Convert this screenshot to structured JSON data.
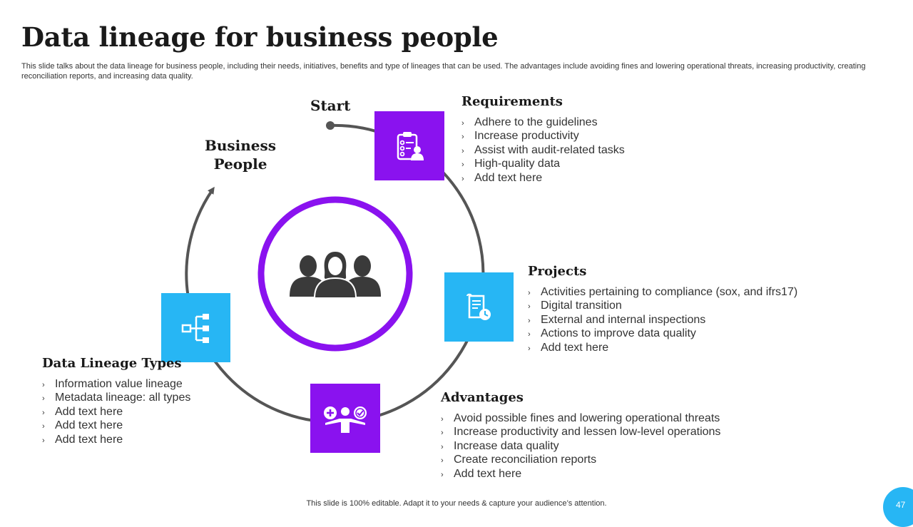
{
  "title": "Data lineage for business people",
  "subtitle": "This slide talks about the data lineage for business people, including their needs, initiatives, benefits and type of lineages that can be used. The advantages include avoiding fines and lowering operational threats, increasing productivity,  creating reconciliation reports, and increasing data quality.",
  "center": {
    "label_line1": "Business",
    "label_line2": "People",
    "icon": "business-people-icon"
  },
  "start_label": "Start",
  "sections": {
    "requirements": {
      "heading": "Requirements",
      "icon": "clipboard-person-icon",
      "color": "#8a12ef",
      "items": [
        "Adhere to the guidelines",
        "Increase productivity",
        "Assist with audit-related tasks",
        "High-quality data",
        "Add text here"
      ]
    },
    "projects": {
      "heading": "Projects",
      "icon": "document-clock-icon",
      "color": "#27b6f4",
      "items": [
        "Activities pertaining to compliance (sox, and ifrs17)",
        "Digital transition",
        "External and internal inspections",
        "Actions to improve data quality",
        "Add text here"
      ]
    },
    "advantages": {
      "heading": "Advantages",
      "icon": "person-plus-check-icon",
      "color": "#8a12ef",
      "items": [
        "Avoid possible fines and lowering operational threats",
        "Increase productivity and lessen low-level operations",
        "Increase data quality",
        "Create reconciliation reports",
        "Add text here"
      ]
    },
    "lineage_types": {
      "heading": "Data Lineage Types",
      "icon": "hierarchy-icon",
      "color": "#27b6f4",
      "items": [
        "Information value lineage",
        "Metadata lineage: all types",
        "Add text here",
        "Add text here",
        "Add text here"
      ]
    }
  },
  "footer": "This slide is 100% editable. Adapt it to your needs & capture your audience’s attention.",
  "page_number": "47",
  "colors": {
    "purple": "#8a12ef",
    "blue": "#27b6f4",
    "ring": "#8a12ef",
    "arc": "#555555"
  }
}
